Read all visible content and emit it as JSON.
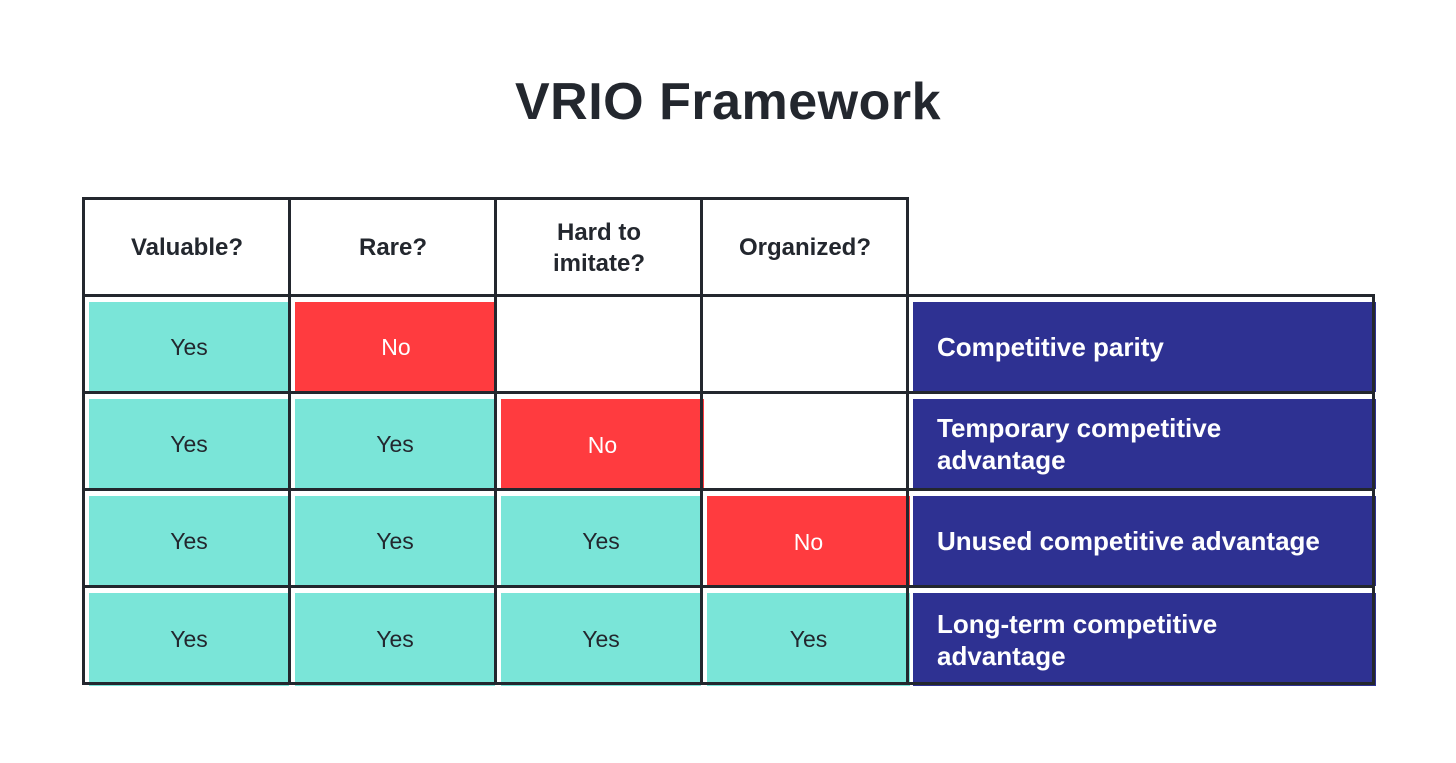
{
  "title": "VRIO Framework",
  "colors": {
    "yes": "#7AE5D8",
    "no": "#FF3B3F",
    "outcome": "#2E3192",
    "border": "#23272e",
    "text": "#23272e"
  },
  "table": {
    "headers": [
      "Valuable?",
      "Rare?",
      "Hard to imitate?",
      "Organized?"
    ],
    "rows": [
      {
        "cells": [
          "Yes",
          "No",
          "",
          ""
        ],
        "outcome": "Competitive parity"
      },
      {
        "cells": [
          "Yes",
          "Yes",
          "No",
          ""
        ],
        "outcome": "Temporary competitive advantage"
      },
      {
        "cells": [
          "Yes",
          "Yes",
          "Yes",
          "No"
        ],
        "outcome": "Unused competitive advantage"
      },
      {
        "cells": [
          "Yes",
          "Yes",
          "Yes",
          "Yes"
        ],
        "outcome": "Long-term competitive advantage"
      }
    ]
  }
}
